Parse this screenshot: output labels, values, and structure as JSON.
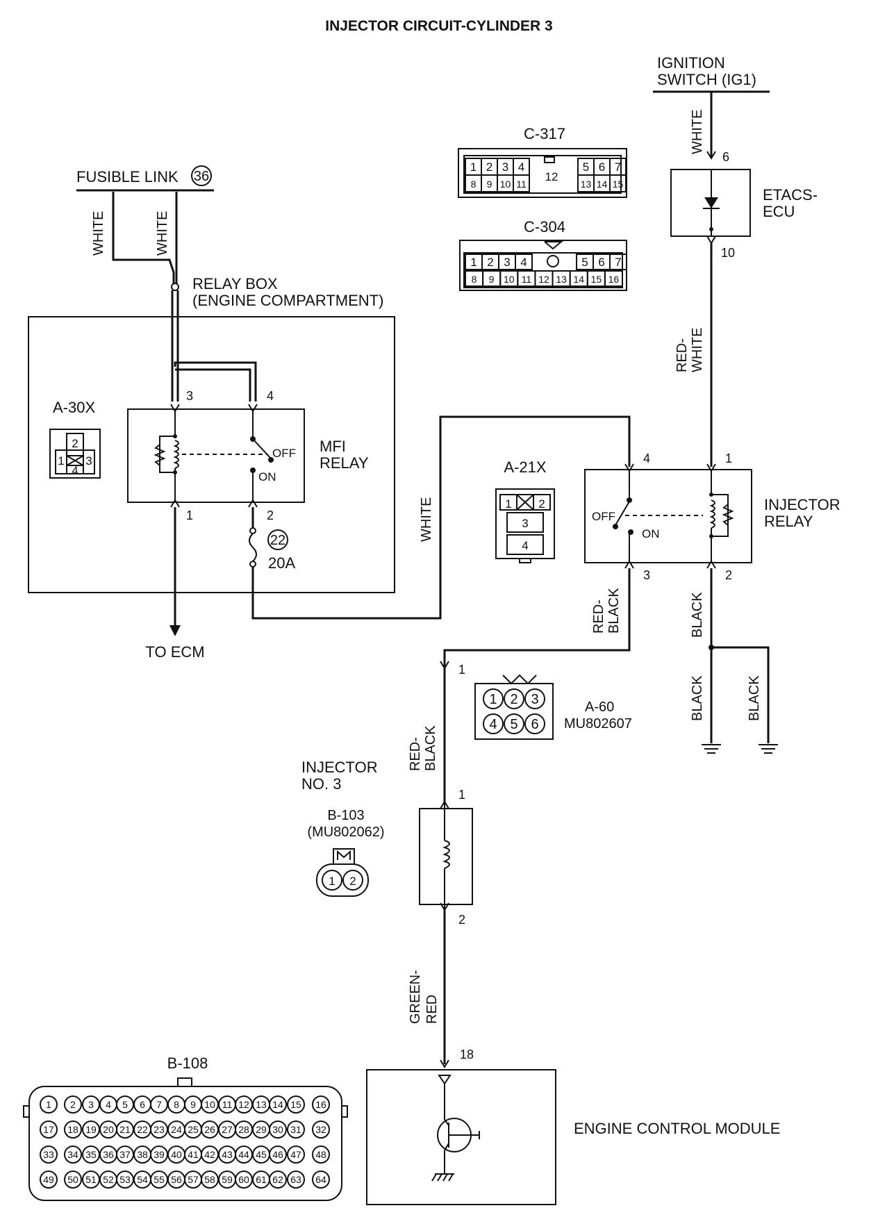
{
  "title": "INJECTOR CIRCUIT-CYLINDER 3",
  "labels": {
    "fusible_link": "FUSIBLE LINK",
    "fusible_link_no": "36",
    "relay_box_line1": "RELAY BOX",
    "relay_box_line2": "(ENGINE COMPARTMENT)",
    "a30x": "A-30X",
    "mfi_relay_line1": "MFI",
    "mfi_relay_line2": "RELAY",
    "off": "OFF",
    "on": "ON",
    "fuse_no": "22",
    "fuse_rating": "20A",
    "to_ecm": "TO ECM",
    "ignition_line1": "IGNITION",
    "ignition_line2": "SWITCH (IG1)",
    "etacs_line1": "ETACS-",
    "etacs_line2": "ECU",
    "c317": "C-317",
    "c304": "C-304",
    "a21x": "A-21X",
    "injector_relay_line1": "INJECTOR",
    "injector_relay_line2": "RELAY",
    "a60_line1": "A-60",
    "a60_line2": "MU802607",
    "injector_line1": "INJECTOR",
    "injector_line2": "NO. 3",
    "b103_line1": "B-103",
    "b103_line2": "(MU802062)",
    "b108": "B-108",
    "ecm": "ENGINE CONTROL MODULE"
  },
  "wires": {
    "white_fl_1": "WHITE",
    "white_fl_2": "WHITE",
    "white_ig": "WHITE",
    "red_white_1": "RED-",
    "red_white_2": "WHITE",
    "white_relay": "WHITE",
    "red_black_1": "RED-",
    "red_black_2": "BLACK",
    "black_1": "BLACK",
    "black_2": "BLACK",
    "black_3": "BLACK",
    "red_black_inj_1": "RED-",
    "red_black_inj_2": "BLACK",
    "green_red_1": "GREEN-",
    "green_red_2": "RED"
  },
  "pins": {
    "mfi_3": "3",
    "mfi_4": "4",
    "mfi_1": "1",
    "mfi_2": "2",
    "etacs_6": "6",
    "etacs_10": "10",
    "inj_relay_4": "4",
    "inj_relay_1": "1",
    "inj_relay_3": "3",
    "inj_relay_2": "2",
    "a60_1": "1",
    "injector_1": "1",
    "injector_2": "2",
    "ecm_18": "18"
  },
  "connectors": {
    "c317_top": [
      "1",
      "2",
      "3",
      "4",
      "5",
      "6",
      "7"
    ],
    "c317_bottom": [
      "8",
      "9",
      "10",
      "11",
      "13",
      "14",
      "15"
    ],
    "c317_center": "12",
    "c304_top": [
      "1",
      "2",
      "3",
      "4",
      "5",
      "6",
      "7"
    ],
    "c304_bottom": [
      "8",
      "9",
      "10",
      "11",
      "12",
      "13",
      "14",
      "15",
      "16"
    ],
    "a30x": [
      "1",
      "2",
      "3",
      "4"
    ],
    "a21x": [
      "1",
      "2",
      "3",
      "4"
    ],
    "a60": [
      "1",
      "2",
      "3",
      "4",
      "5",
      "6"
    ],
    "b103": [
      "1",
      "2"
    ],
    "b108_rows": [
      [
        "1",
        "2",
        "3",
        "4",
        "5",
        "6",
        "7",
        "8",
        "9",
        "10",
        "11",
        "12",
        "13",
        "14",
        "15",
        "16"
      ],
      [
        "17",
        "18",
        "19",
        "20",
        "21",
        "22",
        "23",
        "24",
        "25",
        "26",
        "27",
        "28",
        "29",
        "30",
        "31",
        "32"
      ],
      [
        "33",
        "34",
        "35",
        "36",
        "37",
        "38",
        "39",
        "40",
        "41",
        "42",
        "43",
        "44",
        "45",
        "46",
        "47",
        "48"
      ],
      [
        "49",
        "50",
        "51",
        "52",
        "53",
        "54",
        "55",
        "56",
        "57",
        "58",
        "59",
        "60",
        "61",
        "62",
        "63",
        "64"
      ]
    ]
  }
}
